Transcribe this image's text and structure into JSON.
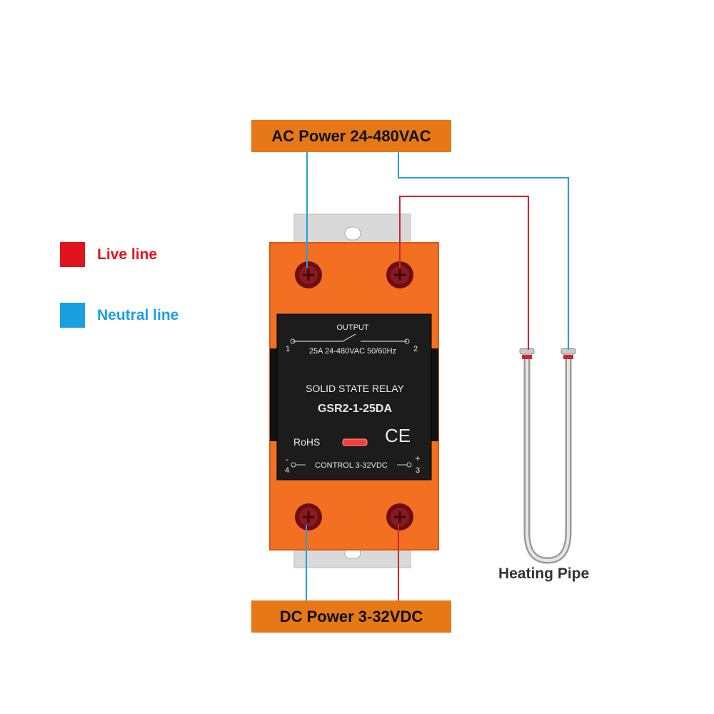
{
  "labels": {
    "ac_power": "AC Power 24-480VAC",
    "dc_power": "DC Power 3-32VDC",
    "heating_pipe": "Heating Pipe"
  },
  "legend": [
    {
      "label": "Live line",
      "color": "#e0141e"
    },
    {
      "label": "Neutral line",
      "color": "#1a9fe0"
    }
  ],
  "relay": {
    "output_label": "OUTPUT",
    "terminal_1": "1",
    "terminal_2": "2",
    "rating": "25A 24-480VAC 50/60Hz",
    "type": "SOLID STATE RELAY",
    "model": "GSR2-1-25DA",
    "rohs": "RoHS",
    "ce": "CE",
    "control_label": "CONTROL  3-32VDC",
    "terminal_3": "3",
    "terminal_4": "4",
    "minus": "-",
    "plus": "+"
  },
  "colors": {
    "accent_orange": "#e67817",
    "relay_orange": "#f36f21",
    "panel_black": "#1a1a1a",
    "live_wire": "#c8282d",
    "neutral_wire": "#2a9fd6"
  }
}
